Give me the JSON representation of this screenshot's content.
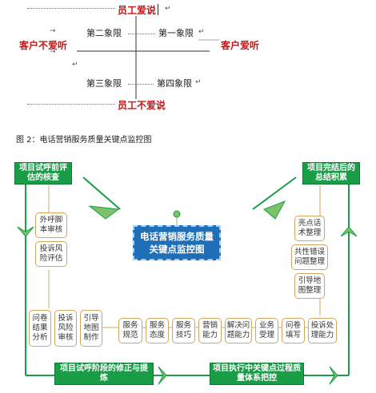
{
  "quadrant": {
    "top_label": "员工爱说",
    "bottom_label": "员工不爱说",
    "left_label": "客户不爱听",
    "right_label": "客户爱听",
    "q1": "第一象限",
    "q2": "第二象限",
    "q3": "第三象限",
    "q4": "第四象限",
    "arrow_mark": "→",
    "return_mark": "↵"
  },
  "caption": "图 2：电话营销服务质量关键点监控图",
  "diagram": {
    "center_title": "电话营销服务质量关键点监控图",
    "corner_top_left": "项目试呼前评估的核查",
    "corner_top_right": "项目完结后的总结积累",
    "corner_bottom_left": "项目试呼阶段的修正与提炼",
    "corner_bottom_right": "项目执行中关键点过程质量体系把控",
    "left_column": [
      "外呼脚本审核",
      "投诉风险评估"
    ],
    "bottom_left_group": [
      "问卷结果分析",
      "投诉风险审核",
      "引导地图制作"
    ],
    "bottom_row": [
      "服务规范",
      "服务态度",
      "服务技巧",
      "营销能力",
      "解决问题能力",
      "业务受理",
      "问卷填写",
      "投诉处理能力"
    ],
    "right_column": [
      "亮点话术整理",
      "共性错误问题整理",
      "引导地图整理"
    ],
    "colors": {
      "green": "#1a9d47",
      "blue": "#1f6fb8",
      "border": "#d3a460",
      "red": "#c0181a"
    }
  }
}
